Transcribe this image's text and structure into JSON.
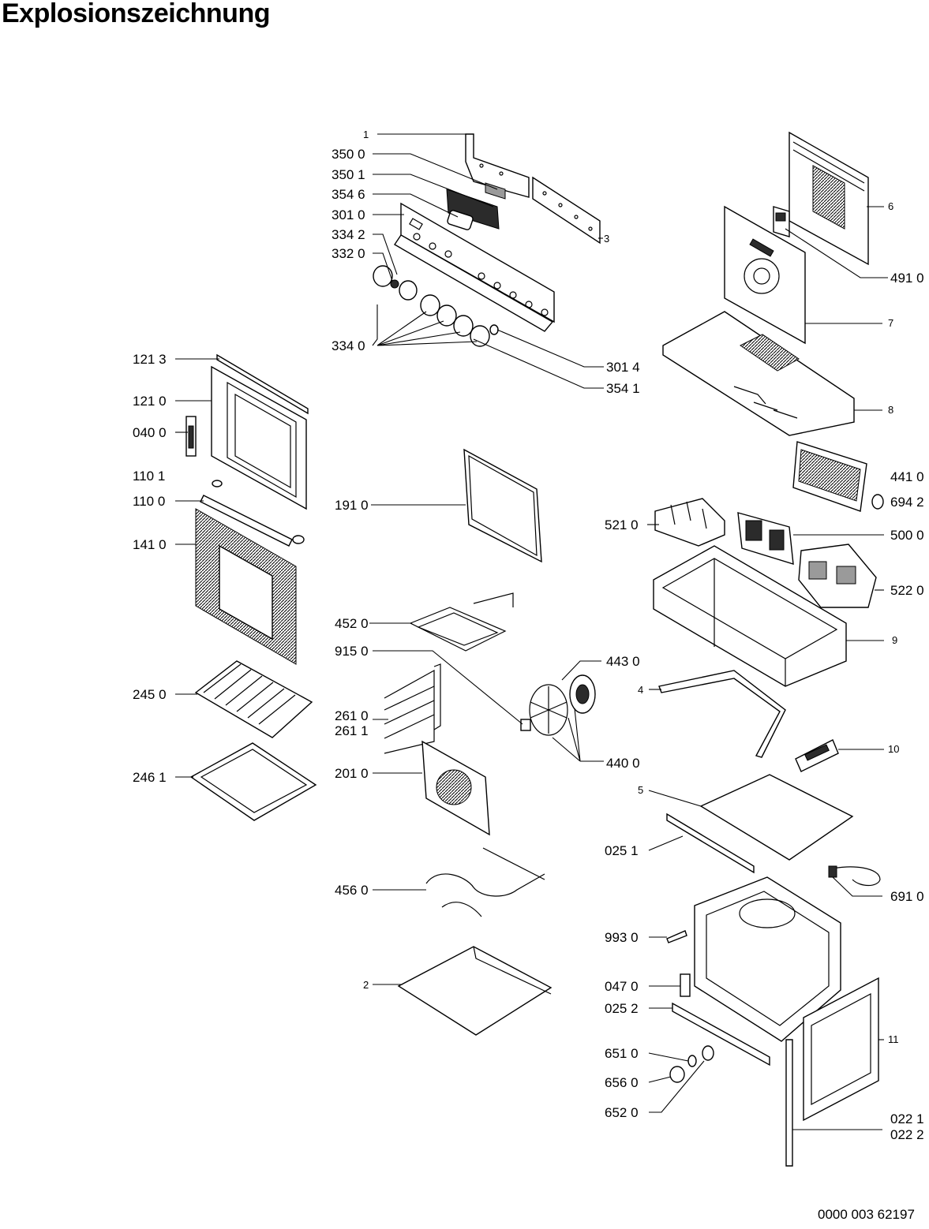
{
  "title": "Explosionszeichnung",
  "doc_number": "0000 003 62197",
  "labels": {
    "l_1": "1",
    "l_350_0": "350 0",
    "l_350_1": "350 1",
    "l_354_6": "354 6",
    "l_301_0": "301 0",
    "l_334_2": "334 2",
    "l_332_0": "332 0",
    "l_334_0": "334 0",
    "l_3": "3",
    "l_301_4": "301 4",
    "l_354_1": "354 1",
    "l_6": "6",
    "l_491_0": "491 0",
    "l_7": "7",
    "l_8": "8",
    "l_441_0": "441 0",
    "l_694_2": "694 2",
    "l_521_0": "521 0",
    "l_500_0": "500 0",
    "l_522_0": "522 0",
    "l_9": "9",
    "l_121_3": "121 3",
    "l_121_0": "121 0",
    "l_040_0": "040 0",
    "l_110_1": "110 1",
    "l_110_0": "110 0",
    "l_141_0": "141 0",
    "l_245_0": "245 0",
    "l_246_1": "246 1",
    "l_191_0": "191 0",
    "l_452_0": "452 0",
    "l_915_0": "915 0",
    "l_443_0": "443 0",
    "l_261_0": "261 0",
    "l_261_1": "261 1",
    "l_440_0": "440 0",
    "l_201_0": "201 0",
    "l_456_0": "456 0",
    "l_2": "2",
    "l_4": "4",
    "l_10": "10",
    "l_5": "5",
    "l_025_1": "025 1",
    "l_691_0": "691 0",
    "l_993_0": "993 0",
    "l_047_0": "047 0",
    "l_025_2": "025 2",
    "l_11": "11",
    "l_651_0": "651 0",
    "l_656_0": "656 0",
    "l_652_0": "652 0",
    "l_022_1": "022 1",
    "l_022_2": "022 2"
  }
}
